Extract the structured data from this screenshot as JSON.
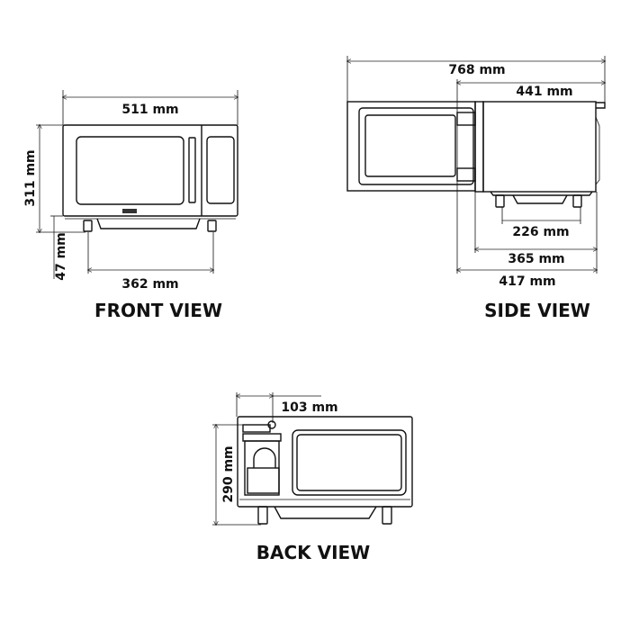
{
  "front": {
    "title": "FRONT VIEW",
    "width": "511 mm",
    "height": "311 mm",
    "feet_height": "47 mm",
    "feet_span": "362 mm"
  },
  "side": {
    "title": "SIDE VIEW",
    "open_depth": "768 mm",
    "depth": "441 mm",
    "feet_span": "226 mm",
    "body_depth": "365 mm",
    "base_depth": "417 mm"
  },
  "back": {
    "title": "BACK VIEW",
    "offset": "103 mm",
    "height": "290 mm"
  },
  "colors": {
    "line": "#111111",
    "background": "#ffffff"
  }
}
